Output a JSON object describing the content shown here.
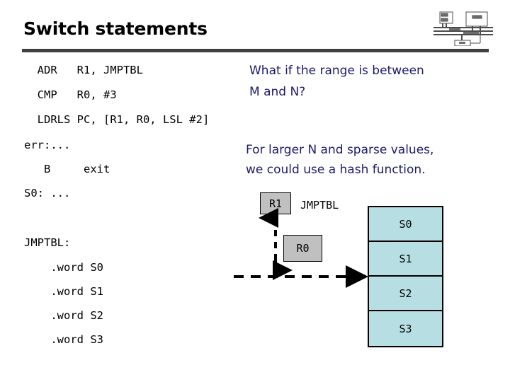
{
  "slide": {
    "title": "Switch statements",
    "logo_name": "circuit-schematic-logo"
  },
  "code_top": {
    "lines": [
      "  ADR   R1, JMPTBL",
      "  CMP   R0, #3",
      "  LDRLS PC, [R1, R0, LSL #2]"
    ],
    "line1": "  ADR   R1, JMPTBL",
    "line2": "  CMP   R0, #3",
    "line3": "  LDRLS PC, [R1, R0, LSL #2]"
  },
  "code_mid": {
    "line1": "err:...",
    "line2": "   B     exit",
    "line3": "S0: ..."
  },
  "code_table": {
    "label": "JMPTBL:",
    "line1": "    .word S0",
    "line2": "    .word S1",
    "line3": "    .word S2",
    "line4": "    .word S3"
  },
  "notes": {
    "question_line1": "What if the range is between",
    "question_line2": "M and N?",
    "hint_line1": "For larger N and sparse values,",
    "hint_line2": "we could use a hash function."
  },
  "diagram": {
    "register_base": "R1",
    "register_index": "R0",
    "table_label": "JMPTBL",
    "entries": [
      "S0",
      "S1",
      "S2",
      "S3"
    ]
  },
  "colors": {
    "note_text": "#1b1b6b",
    "table_fill": "#b7dee3",
    "register_fill": "#c0c0c0",
    "rule": "#404040",
    "outline": "#000000"
  }
}
